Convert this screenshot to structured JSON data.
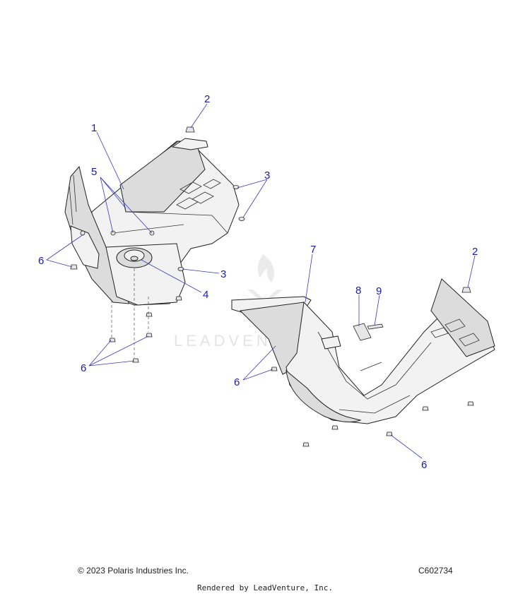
{
  "callouts": {
    "c1": "1",
    "c2a": "2",
    "c2b": "2",
    "c3a": "3",
    "c3b": "3",
    "c4": "4",
    "c5": "5",
    "c6a": "6",
    "c6b": "6",
    "c6c": "6",
    "c6d": "6",
    "c7": "7",
    "c8": "8",
    "c9": "9"
  },
  "watermark": "LEADVENTURE",
  "footer": {
    "copyright": "© 2023 Polaris Industries Inc.",
    "part_code": "C602734",
    "rendered_by": "Rendered by LeadVenture, Inc."
  },
  "colors": {
    "callout": "#1a1aa8",
    "watermark": "#e4e4e4"
  }
}
